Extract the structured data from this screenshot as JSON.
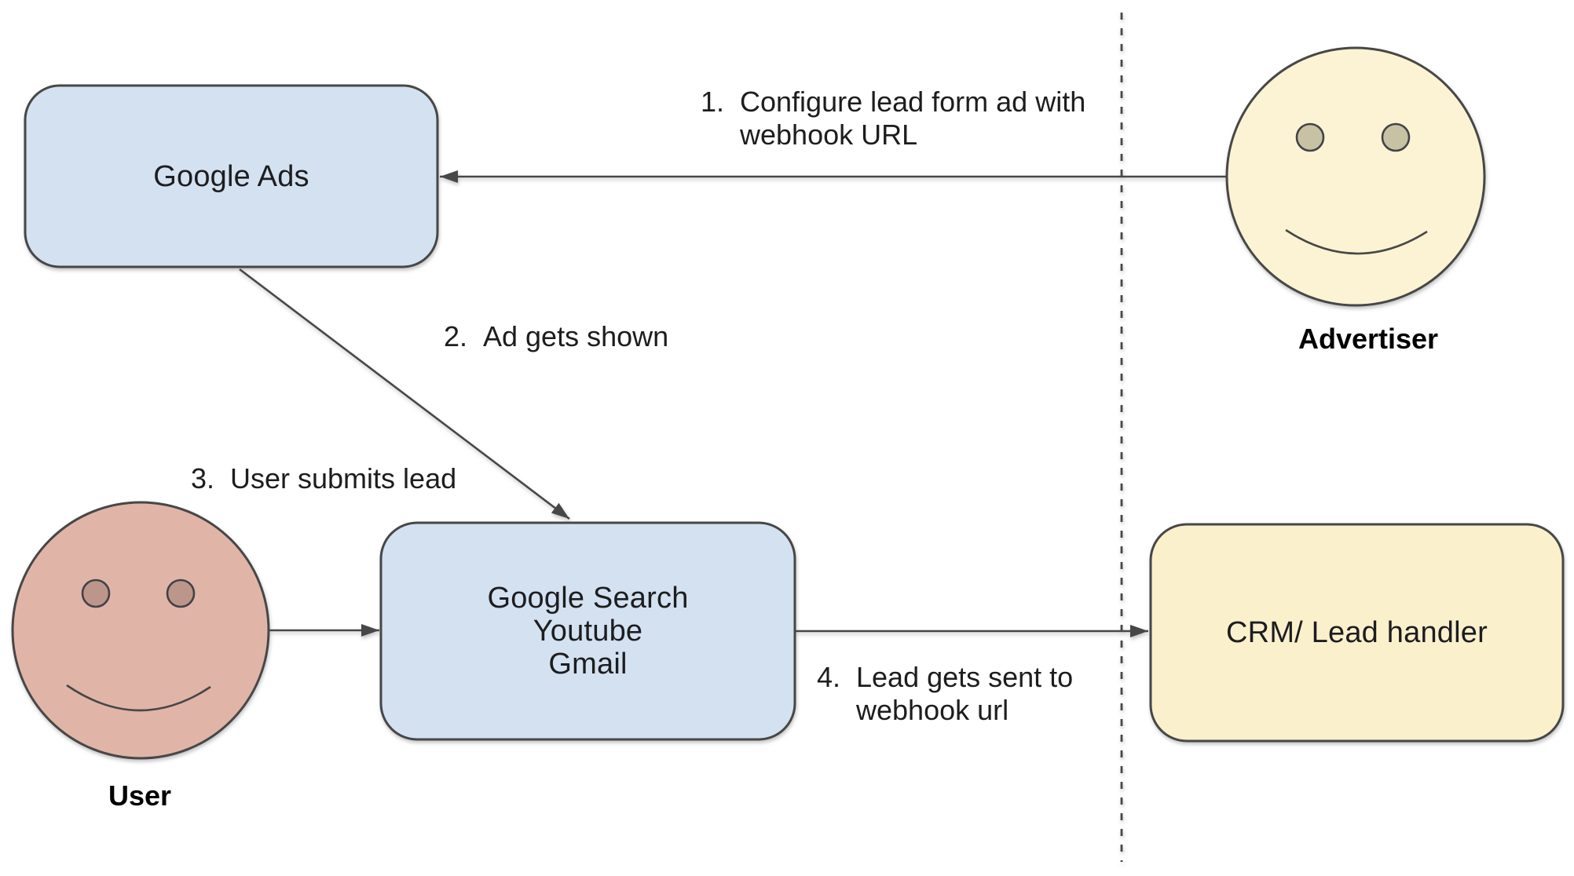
{
  "canvas": {
    "background": "#ffffff"
  },
  "nodes": {
    "google_ads": {
      "label": "Google Ads"
    },
    "platforms": {
      "lines": [
        "Google Search",
        "Youtube",
        "Gmail"
      ]
    },
    "crm": {
      "label": "CRM/ Lead handler"
    }
  },
  "actors": {
    "advertiser": {
      "label": "Advertiser"
    },
    "user": {
      "label": "User"
    }
  },
  "steps": [
    {
      "number": "1.",
      "lines": [
        "Configure lead form ad with",
        "webhook URL"
      ]
    },
    {
      "number": "2.",
      "lines": [
        "Ad gets shown"
      ]
    },
    {
      "number": "3.",
      "lines": [
        "User submits lead"
      ]
    },
    {
      "number": "4.",
      "lines": [
        "Lead gets sent to",
        "webhook url"
      ]
    }
  ],
  "colors": {
    "node_blue_fill": "#d3e1f1",
    "crm_yellow_fill": "#faf0cc",
    "advertiser_face_fill": "#fbf3d3",
    "advertiser_eye_fill": "#c8c2a4",
    "user_face_fill": "#e1b4a8",
    "user_eye_fill": "#bd968b",
    "stroke": "#474747",
    "text": "#1d1d1f"
  }
}
